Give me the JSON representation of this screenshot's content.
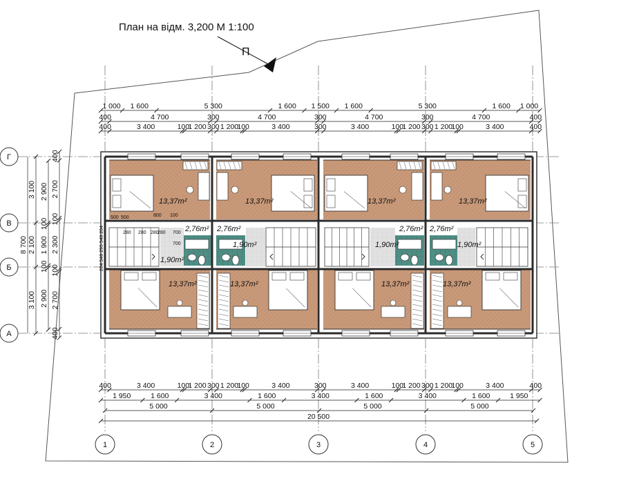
{
  "title": "План на відм. 3,200 М 1:100",
  "section_mark": "П",
  "axes": {
    "vertical": [
      "1",
      "2",
      "3",
      "4",
      "5"
    ],
    "horizontal": [
      "Г",
      "В",
      "Б",
      "А"
    ]
  },
  "areas": {
    "bedroom": "13,37m²",
    "bathroom": "2,76m²",
    "hall": "1,90m²"
  },
  "top_dims": {
    "row1": [
      "1 000",
      "1 600",
      "5 300",
      "1 600",
      "1 500",
      "1 600",
      "5 300",
      "1 600",
      "1 000"
    ],
    "row2": [
      "400",
      "4 700",
      "300",
      "4 700",
      "300",
      "4 700",
      "300",
      "4 700",
      "400"
    ],
    "row3": [
      "400",
      "3 400",
      "100",
      "1 200",
      "300",
      "1 200",
      "100",
      "3 400",
      "300",
      "3 400",
      "100",
      "1 200",
      "300",
      "1 200",
      "100",
      "3 400",
      "400"
    ]
  },
  "bottom_dims": {
    "row1": [
      "400",
      "3 400",
      "100",
      "1 200",
      "300",
      "1 200",
      "100",
      "3 400",
      "300",
      "3 400",
      "100",
      "1 200",
      "300",
      "1 200",
      "100",
      "3 400",
      "400"
    ],
    "row2": [
      "1 950",
      "1 600",
      "3 400",
      "1 600",
      "3 400",
      "1 600",
      "3 400",
      "1 600",
      "1 950"
    ],
    "row3": [
      "5 000",
      "5 000",
      "5 000",
      "5 000"
    ],
    "total": "20 500"
  },
  "left_dims": {
    "outer": [
      "3 100",
      "2 100",
      "3 100"
    ],
    "total": "8 700",
    "middle": [
      "2 900",
      "100",
      "1 900",
      "100",
      "2 900"
    ],
    "inner": [
      "400",
      "2 700",
      "100",
      "2 300",
      "100",
      "2 700",
      "400"
    ]
  },
  "stair_dims": [
    "500",
    "500",
    "280",
    "280",
    "280",
    "280"
  ],
  "closet_dims": [
    "800",
    "100",
    "700",
    "700"
  ],
  "stair_vertical_dims": "204 548 295 548 204"
}
